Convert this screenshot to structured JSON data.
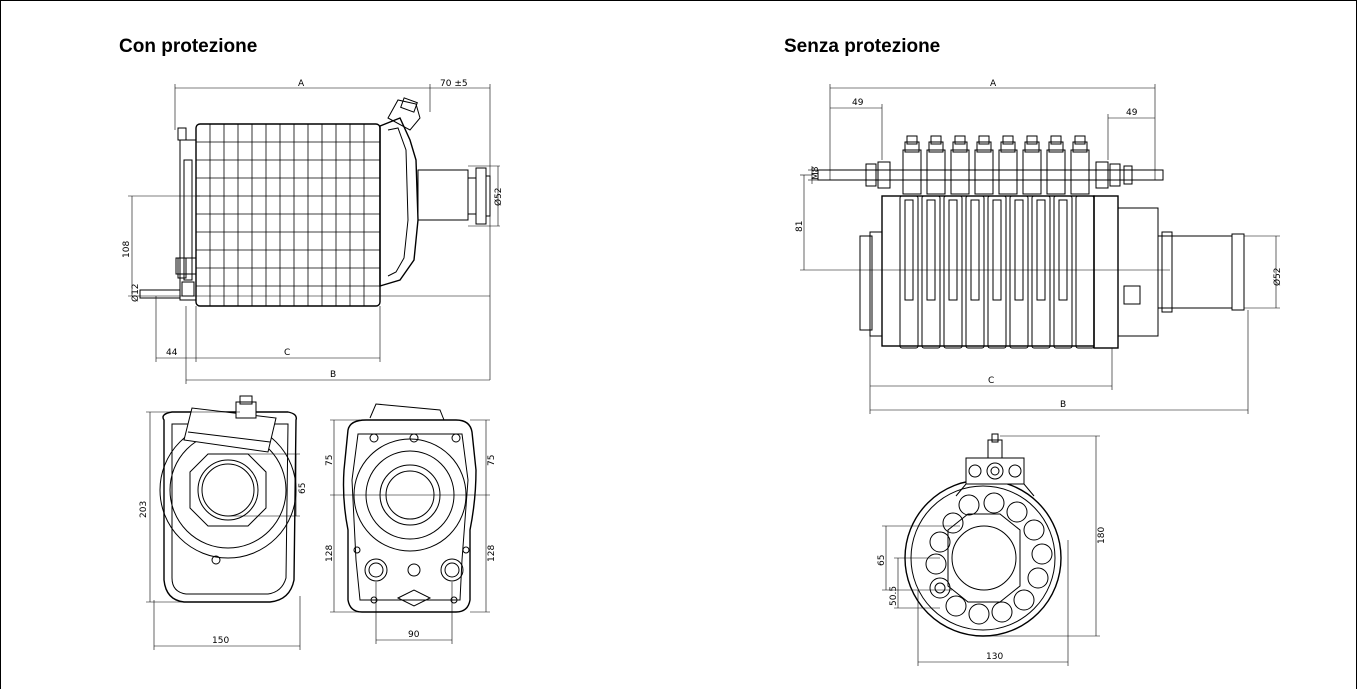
{
  "titles": {
    "left": "Con protezione",
    "right": "Senza protezione"
  },
  "dims_left": {
    "a": "A",
    "tol": "70 ±5",
    "d52": "Ø52",
    "d108": "108",
    "d12": "Ø12",
    "d44": "44",
    "c": "C",
    "b": "B",
    "d203": "203",
    "d65": "65",
    "d150": "150",
    "d75a": "75",
    "d75b": "75",
    "d128a": "128",
    "d128b": "128",
    "d90": "90"
  },
  "dims_right": {
    "a": "A",
    "d49a": "49",
    "d49b": "49",
    "m8": "M8",
    "d81": "81",
    "d52": "Ø52",
    "c": "C",
    "b": "B",
    "d180": "180",
    "d65": "65",
    "d505": "50.5",
    "d130": "130"
  }
}
